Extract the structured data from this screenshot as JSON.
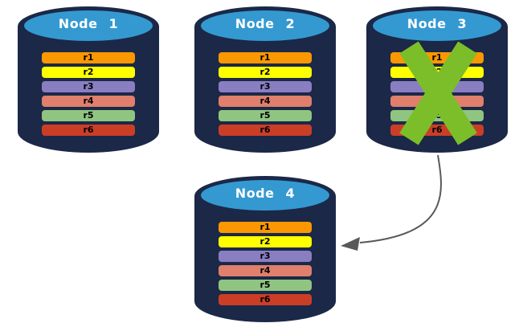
{
  "diagram": {
    "background": "#FFFFFF",
    "colors": {
      "cylinder_body": "#1B2847",
      "cylinder_top": "#3499D1",
      "node_label": "#FFFFFF",
      "replica_label": "#000000",
      "failure_cross": "#7CBE29",
      "arrow": "#58595B"
    },
    "nodes": [
      {
        "label": "Node 1",
        "failed": false,
        "replicas": [
          {
            "label": "r1",
            "color": "#FB9801"
          },
          {
            "label": "r2",
            "color": "#FFFF00"
          },
          {
            "label": "r3",
            "color": "#8A7EC2"
          },
          {
            "label": "r4",
            "color": "#E07F6B"
          },
          {
            "label": "r5",
            "color": "#8FC581"
          },
          {
            "label": "r6",
            "color": "#CB3E26"
          }
        ]
      },
      {
        "label": "Node 2",
        "failed": false,
        "replicas": [
          {
            "label": "r1",
            "color": "#FB9801"
          },
          {
            "label": "r2",
            "color": "#FFFF00"
          },
          {
            "label": "r3",
            "color": "#8A7EC2"
          },
          {
            "label": "r4",
            "color": "#E07F6B"
          },
          {
            "label": "r5",
            "color": "#8FC581"
          },
          {
            "label": "r6",
            "color": "#CB3E26"
          }
        ]
      },
      {
        "label": "Node 3",
        "failed": true,
        "replicas": [
          {
            "label": "r1",
            "color": "#FB9801"
          },
          {
            "label": "r2",
            "color": "#FFFF00"
          },
          {
            "label": "r3",
            "color": "#8A7EC2"
          },
          {
            "label": "r4",
            "color": "#E07F6B"
          },
          {
            "label": "r5",
            "color": "#8FC581"
          },
          {
            "label": "r6",
            "color": "#CB3E26"
          }
        ]
      },
      {
        "label": "Node 4",
        "failed": false,
        "replicas": [
          {
            "label": "r1",
            "color": "#FB9801"
          },
          {
            "label": "r2",
            "color": "#FFFF00"
          },
          {
            "label": "r3",
            "color": "#8A7EC2"
          },
          {
            "label": "r4",
            "color": "#E07F6B"
          },
          {
            "label": "r5",
            "color": "#8FC581"
          },
          {
            "label": "r6",
            "color": "#CB3E26"
          }
        ]
      }
    ]
  }
}
